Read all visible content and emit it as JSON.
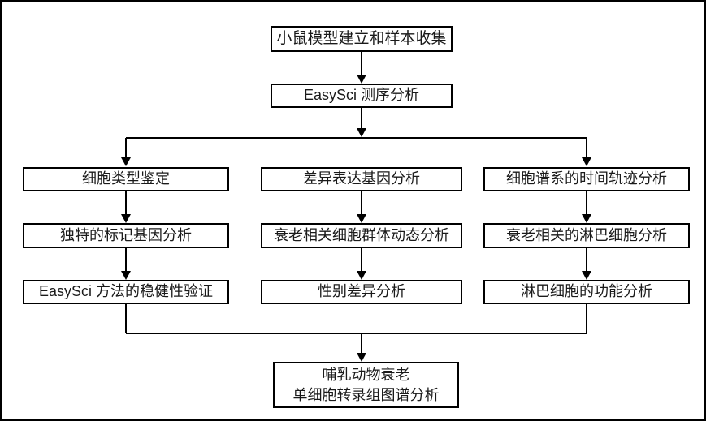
{
  "nodes": {
    "top": "小鼠模型建立和样本收集",
    "sequencing": "EasySci 测序分析",
    "left": [
      "细胞类型鉴定",
      "独特的标记基因分析",
      "EasySci 方法的稳健性验证"
    ],
    "middle": [
      "差异表达基因分析",
      "衰老相关细胞群体动态分析",
      "性别差异分析"
    ],
    "right": [
      "细胞谱系的时间轨迹分析",
      "衰老相关的淋巴细胞分析",
      "淋巴细胞的功能分析"
    ],
    "final": [
      "哺乳动物衰老",
      "单细胞转录组图谱分析"
    ]
  },
  "colors": {
    "line": "#000000",
    "box_border": "#000000",
    "background": "#ffffff",
    "text": "#1a1a1a"
  }
}
